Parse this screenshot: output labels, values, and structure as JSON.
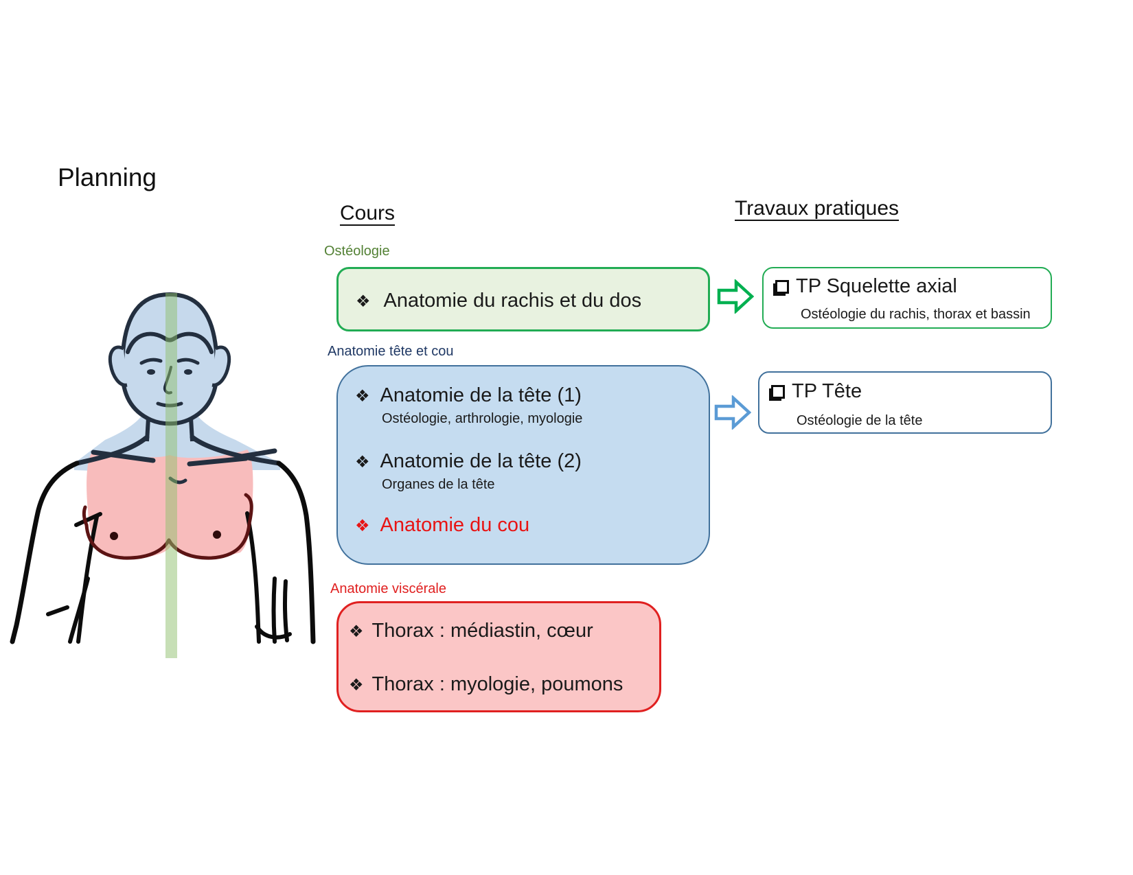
{
  "title": "Planning",
  "headings": {
    "cours": "Cours",
    "tp": "Travaux pratiques"
  },
  "glyphs": {
    "bullet": "❖"
  },
  "icons": {
    "checkbox": "open-checkbox",
    "arrow": "block-arrow-right",
    "figure": "torso-anterior-view"
  },
  "colors": {
    "green_label": "#538135",
    "green_border": "#22ac54",
    "green_fill": "#e8f2e0",
    "green_arrow": "#00b050",
    "blue_label": "#1f3864",
    "blue_border": "#41719c",
    "blue_fill": "#c5dcf0",
    "blue_arrow": "#5b9bd5",
    "red_label": "#e02020",
    "red_border": "#e02020",
    "red_fill": "#fbc6c6",
    "highlight_text": "#e81414"
  },
  "sections": [
    {
      "label": "Ostéologie",
      "items": [
        {
          "text": "Anatomie du rachis et du dos"
        }
      ],
      "tp": {
        "title": "TP Squelette axial",
        "subtitle": "Ostéologie du rachis, thorax et bassin"
      }
    },
    {
      "label": "Anatomie tête et cou",
      "items": [
        {
          "text": "Anatomie de la tête (1)",
          "subtitle": "Ostéologie, arthrologie, myologie"
        },
        {
          "text": "Anatomie de la tête (2)",
          "subtitle": "Organes de la tête"
        },
        {
          "text": "Anatomie du cou"
        }
      ],
      "tp": {
        "title": "TP Tête",
        "subtitle": "Ostéologie de la tête"
      }
    },
    {
      "label": "Anatomie viscérale",
      "items": [
        {
          "text": "Thorax : médiastin, cœur"
        },
        {
          "text": "Thorax : myologie, poumons"
        }
      ]
    }
  ]
}
